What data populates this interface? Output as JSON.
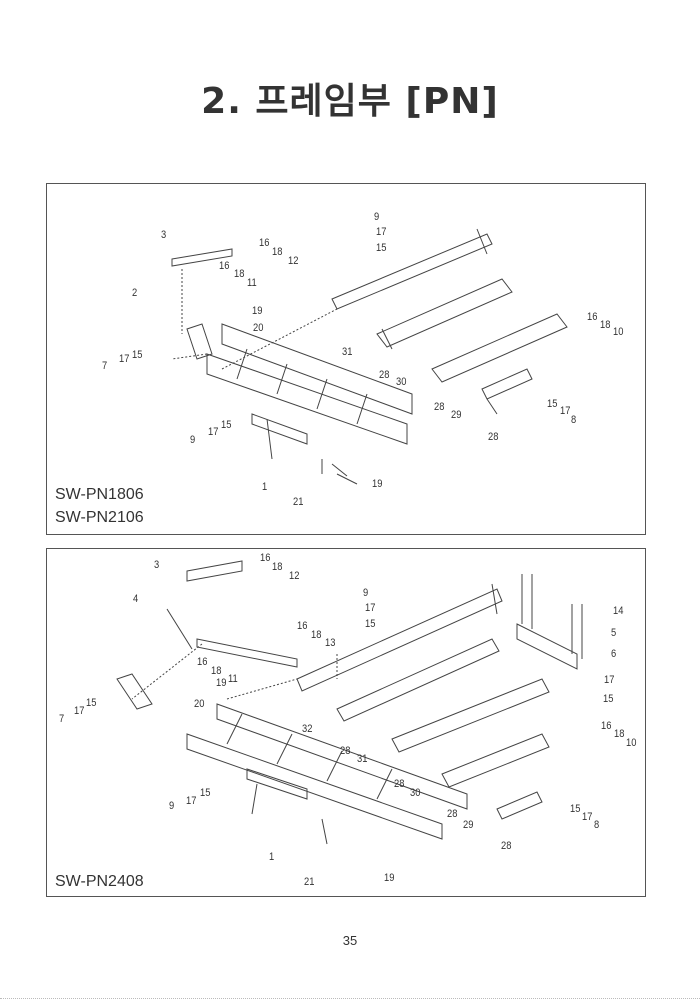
{
  "page_title": "2. 프레임부 [PN]",
  "page_number": "35",
  "panels": [
    {
      "models": [
        "SW-PN1806",
        "SW-PN2106"
      ],
      "callouts": [
        "3",
        "16",
        "18",
        "12",
        "16",
        "18",
        "11",
        "2",
        "19",
        "20",
        "15",
        "17",
        "7",
        "9",
        "17",
        "15",
        "31",
        "28",
        "30",
        "16",
        "18",
        "10",
        "28",
        "29",
        "28",
        "15",
        "17",
        "8",
        "9",
        "17",
        "15",
        "1",
        "19",
        "21"
      ]
    },
    {
      "models": [
        "SW-PN2408"
      ],
      "callouts": [
        "3",
        "16",
        "18",
        "12",
        "4",
        "9",
        "17",
        "15",
        "16",
        "18",
        "13",
        "16",
        "18",
        "11",
        "19",
        "20",
        "15",
        "17",
        "7",
        "32",
        "28",
        "31",
        "28",
        "30",
        "14",
        "5",
        "6",
        "17",
        "15",
        "16",
        "18",
        "10",
        "28",
        "29",
        "28",
        "15",
        "17",
        "8",
        "9",
        "17",
        "15",
        "1",
        "19",
        "21"
      ]
    }
  ]
}
